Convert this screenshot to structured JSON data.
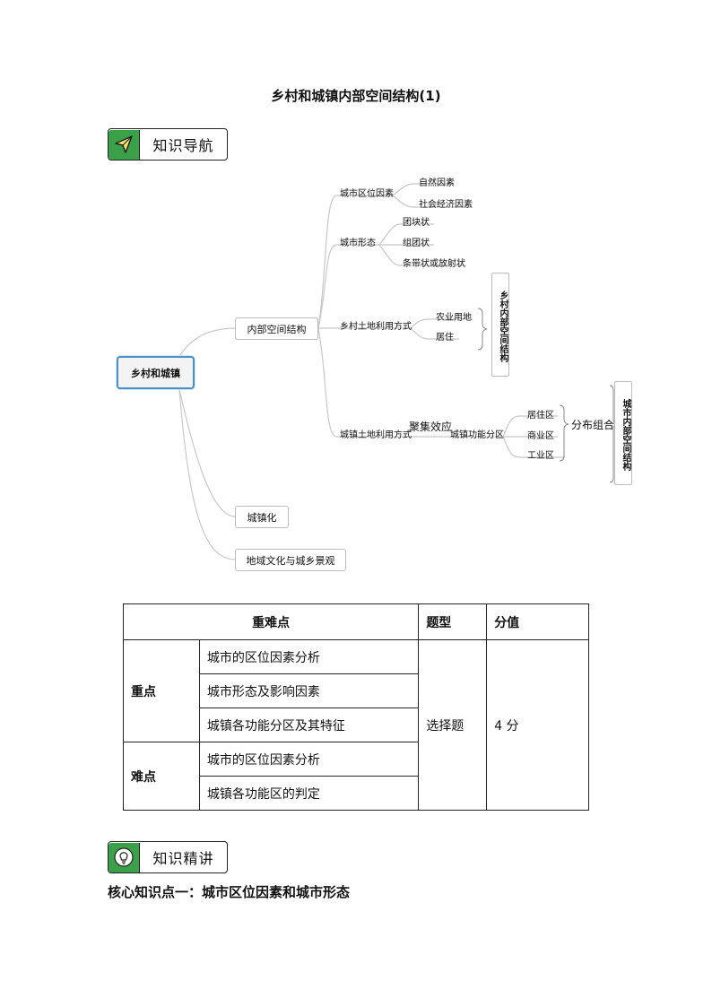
{
  "doc_title": "乡村和城镇内部空间结构(1)",
  "nav_badge": {
    "label": "知识导航",
    "icon": "paper-plane-icon"
  },
  "explain_badge": {
    "label": "知识精讲",
    "icon": "lightbulb-icon"
  },
  "mindmap": {
    "root": "乡村和城镇",
    "branch_inner": "内部空间结构",
    "branch_urbanize": "城镇化",
    "branch_culture": "地域文化与城乡景观",
    "location": {
      "label": "城市区位因素",
      "items": [
        "自然因素",
        "社会经济因素"
      ]
    },
    "form": {
      "label": "城市形态",
      "items": [
        "团块状",
        "组团状",
        "条带状或放射状"
      ]
    },
    "rural": {
      "label": "乡村土地利用方式",
      "items": [
        "农业用地",
        "居住"
      ],
      "summary": "乡村内部空间结构"
    },
    "urban": {
      "label": "城镇土地利用方式",
      "effect": "聚集效应",
      "zoning": "城镇功能分区",
      "items": [
        "居住区",
        "商业区",
        "工业区"
      ],
      "combine": "分布组合",
      "summary": "城市内部空间结构"
    }
  },
  "table": {
    "headers": [
      "重难点",
      "题型",
      "分值"
    ],
    "groups": [
      {
        "label": "重点",
        "items": [
          "城市的区位因素分析",
          "城市形态及影响因素",
          "城镇各功能分区及其特征"
        ]
      },
      {
        "label": "难点",
        "items": [
          "城市的区位因素分析",
          "城镇各功能区的判定"
        ]
      }
    ],
    "type": "选择题",
    "score": "4 分"
  },
  "core_point": "核心知识点一：城市区位因素和城市形态",
  "colors": {
    "badge_green": "#3aa04a",
    "root_border": "#4a90c8"
  }
}
